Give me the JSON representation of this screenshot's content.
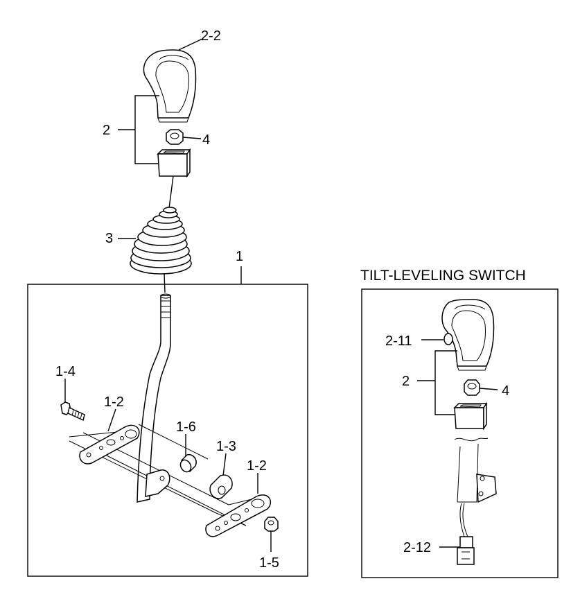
{
  "side_title": "TILT-LEVELING SWITCH",
  "labels": {
    "l_2_2": "2-2",
    "l_2": "2",
    "l_4": "4",
    "l_3": "3",
    "l_1": "1",
    "l_1_4": "1-4",
    "l_1_2a": "1-2",
    "l_1_6": "1-6",
    "l_1_3": "1-3",
    "l_1_2b": "1-2",
    "l_1_5": "1-5",
    "r_2_11": "2-11",
    "r_2": "2",
    "r_4": "4",
    "r_2_12": "2-12"
  }
}
